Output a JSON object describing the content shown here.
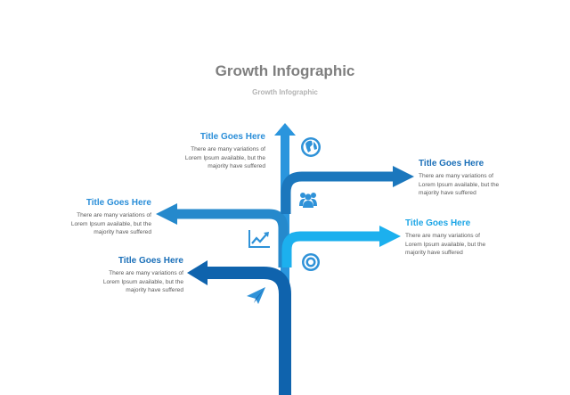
{
  "title": "Growth Infographic",
  "subtitle": "Growth Infographic",
  "colors": {
    "trunk": "#0f63ad",
    "stem_top": "#2a95dd",
    "branch_right_top": "#1b77bd",
    "branch_left_mid": "#2589cc",
    "branch_right_low": "#1cb0ee",
    "branch_left_low": "#1561a9",
    "icon": "#2f92d8"
  },
  "items": [
    {
      "title": "Title Goes Here",
      "lines": [
        "There are many variations of",
        "Lorem Ipsum available, but the",
        "majority have suffered"
      ],
      "icon": "globe-icon"
    },
    {
      "title": "Title Goes Here",
      "lines": [
        "There are many variations of",
        "Lorem Ipsum available, but the",
        "majority have suffered"
      ],
      "icon": "group-icon"
    },
    {
      "title": "Title Goes Here",
      "lines": [
        "There are many variations of",
        "Lorem Ipsum available, but the",
        "majority have suffered"
      ],
      "icon": "trend-chart-icon"
    },
    {
      "title": "Title Goes Here",
      "lines": [
        "There are many variations of",
        "Lorem Ipsum available, but the",
        "majority have suffered"
      ],
      "icon": "lifebuoy-icon"
    },
    {
      "title": "Title Goes Here",
      "lines": [
        "There are many variations of",
        "Lorem Ipsum available, but the",
        "majority have suffered"
      ],
      "icon": "paper-plane-icon"
    }
  ]
}
